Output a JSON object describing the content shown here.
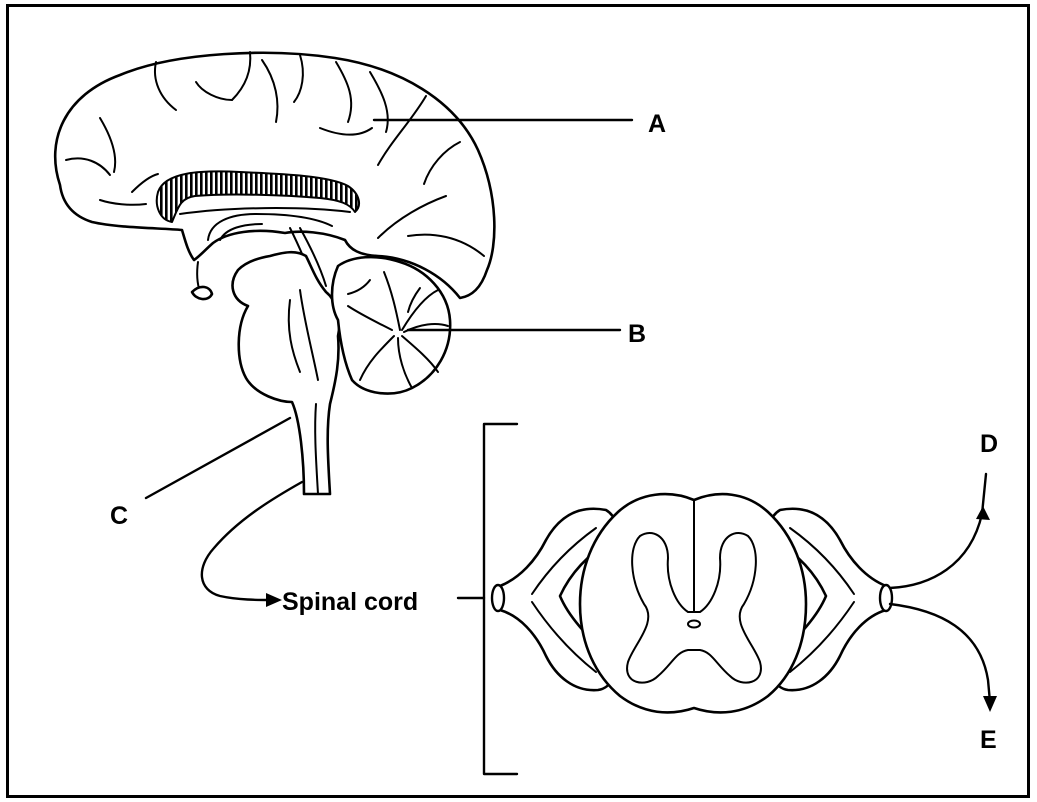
{
  "labels": {
    "a": "A",
    "b": "B",
    "c": "C",
    "d": "D",
    "e": "E",
    "spinal_cord": "Spinal cord"
  },
  "colors": {
    "ink": "#000000",
    "background": "#ffffff"
  }
}
